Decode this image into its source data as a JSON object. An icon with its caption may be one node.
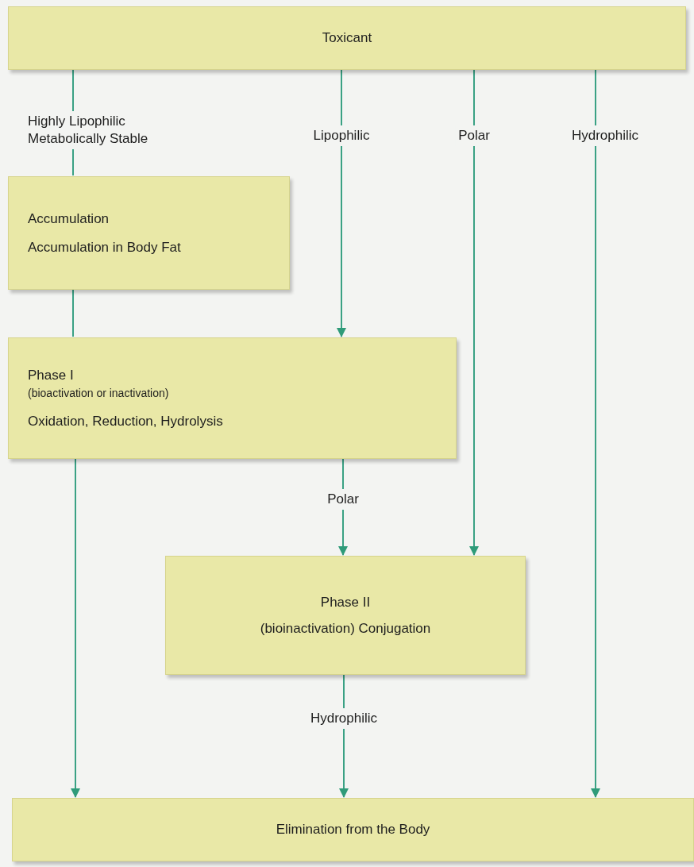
{
  "diagram": {
    "nodes": [
      {
        "text": [
          "Toxicant"
        ]
      },
      {
        "text": [
          "Accumulation",
          "Accumulation in Body Fat"
        ]
      },
      {
        "text": [
          "Phase I",
          "(bioactivation or inactivation)",
          "Oxidation, Reduction, Hydrolysis"
        ]
      },
      {
        "text": [
          "Phase II",
          "(bioinactivation) Conjugation"
        ]
      },
      {
        "text": [
          "Elimination from the Body"
        ]
      }
    ],
    "edges": [
      {
        "from": 0,
        "to": 1,
        "arrow": "none",
        "label": "Highly Lipophilic Metabolically Stable"
      },
      {
        "from": 1,
        "to": 2,
        "arrow": "none"
      },
      {
        "from": 0,
        "to": 2,
        "arrow": "to",
        "label": "Lipophilic"
      },
      {
        "from": 0,
        "to": 3,
        "arrow": "to",
        "label": "Polar"
      },
      {
        "from": 0,
        "to": 4,
        "arrow": "to",
        "label": "Hydrophilic"
      },
      {
        "from": 2,
        "to": 3,
        "arrow": "to",
        "label": "Polar"
      },
      {
        "from": 2,
        "to": 4,
        "arrow": "to"
      },
      {
        "from": 3,
        "to": 4,
        "arrow": "to",
        "label": "Hydrophilic"
      }
    ]
  }
}
